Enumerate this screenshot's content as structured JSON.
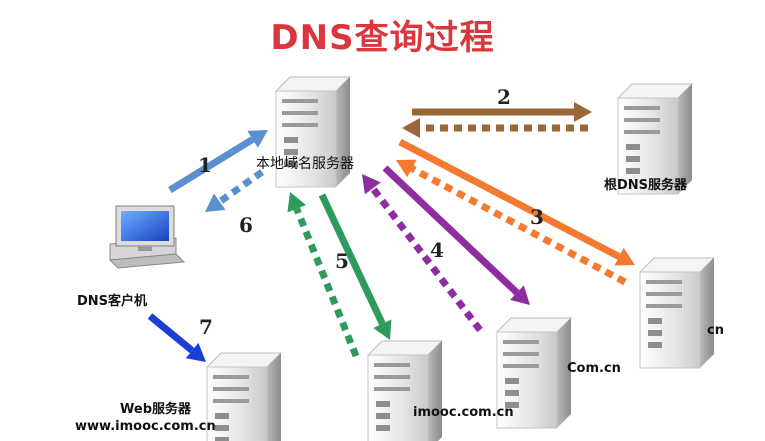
{
  "title": "DNS查询过程",
  "nodes": {
    "local_dns": "本地域名服务器",
    "root_dns": "根DNS服务器",
    "cn_server": "cn",
    "com_cn_server": "Com.cn",
    "imooc_server": "imooc.com.cn",
    "client": "DNS客户机",
    "web_server_line1": "Web服务器",
    "web_server_line2": "www.imooc.com.cn"
  },
  "steps": [
    "1",
    "2",
    "3",
    "4",
    "5",
    "6",
    "7"
  ],
  "colors": {
    "title": "#d9363e",
    "step1_6": "#5b8fcf",
    "step2": "#9b6638",
    "step3": "#f47a30",
    "step4": "#8e2ca0",
    "step5": "#2e9a5e",
    "step7": "#1a3fd6"
  }
}
